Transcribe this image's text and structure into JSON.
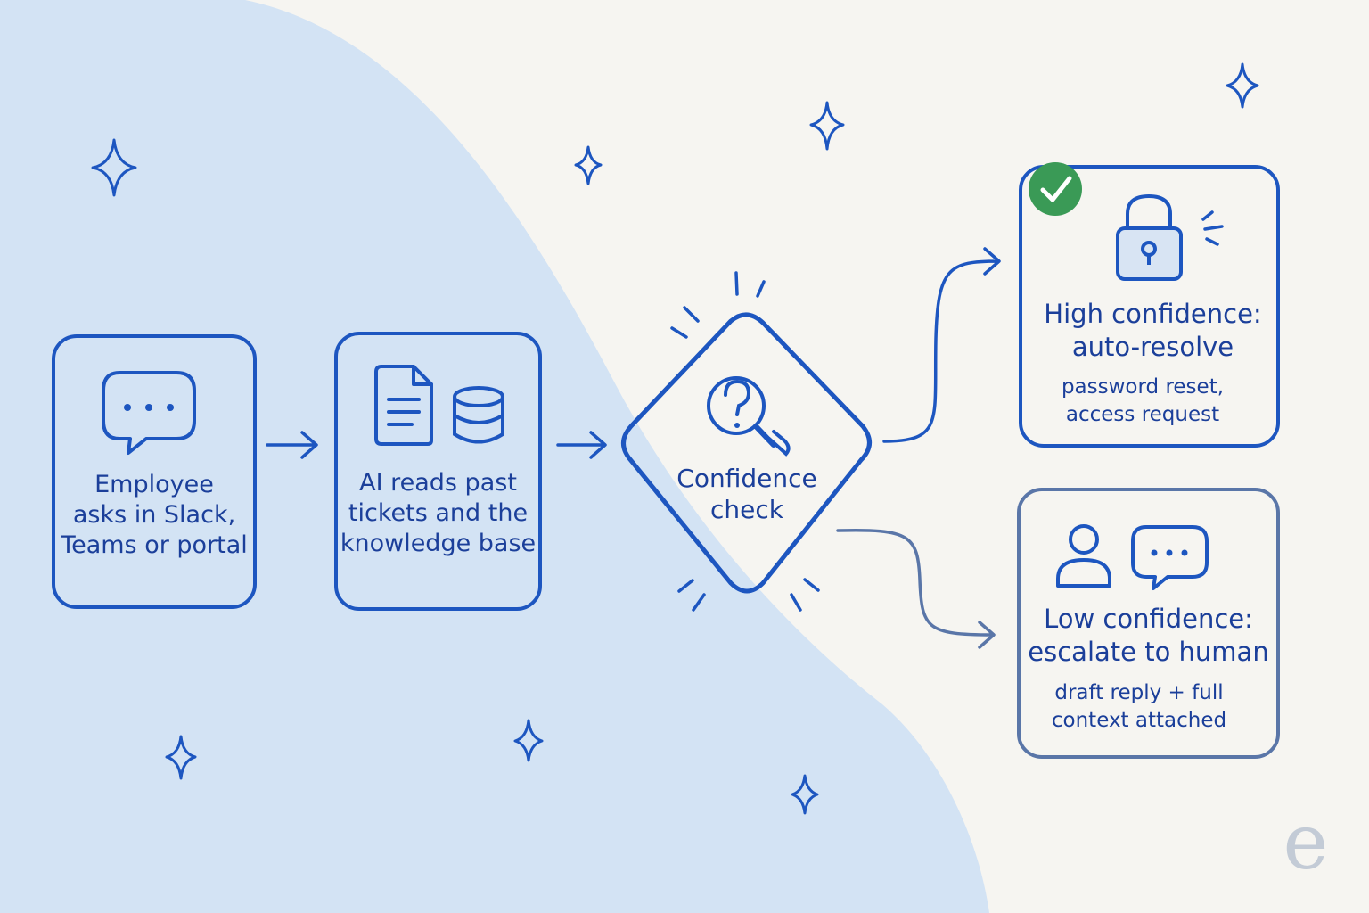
{
  "colors": {
    "primary_stroke": "#1d56c0",
    "muted_stroke": "#5a76a8",
    "text": "#1b3f9a",
    "left_panel_fill": "#d3e3f4",
    "background": "#f6f5f1",
    "check_badge": "#3a9a56",
    "logo": "#c3cbd6"
  },
  "steps": {
    "ask": {
      "lines": [
        "Employee",
        "asks in Slack,",
        "Teams or portal"
      ],
      "icon": "chat-bubble-icon"
    },
    "read": {
      "lines": [
        "AI reads past",
        "tickets and the",
        "knowledge base"
      ],
      "icons": [
        "document-icon",
        "database-icon"
      ]
    },
    "decision": {
      "lines": [
        "Confidence",
        "check"
      ],
      "icon": "question-magnifier-icon"
    },
    "high": {
      "title_lines": [
        "High confidence:",
        "auto-resolve"
      ],
      "detail_lines": [
        "password reset,",
        "access request"
      ],
      "icons": [
        "check-badge-icon",
        "padlock-icon"
      ]
    },
    "low": {
      "title_lines": [
        "Low confidence:",
        "escalate to human"
      ],
      "detail_lines": [
        "draft reply + full",
        "context attached"
      ],
      "icons": [
        "person-icon",
        "chat-bubble-icon"
      ]
    }
  },
  "logo": {
    "text": "e",
    "icon": "brand-logo-icon"
  }
}
